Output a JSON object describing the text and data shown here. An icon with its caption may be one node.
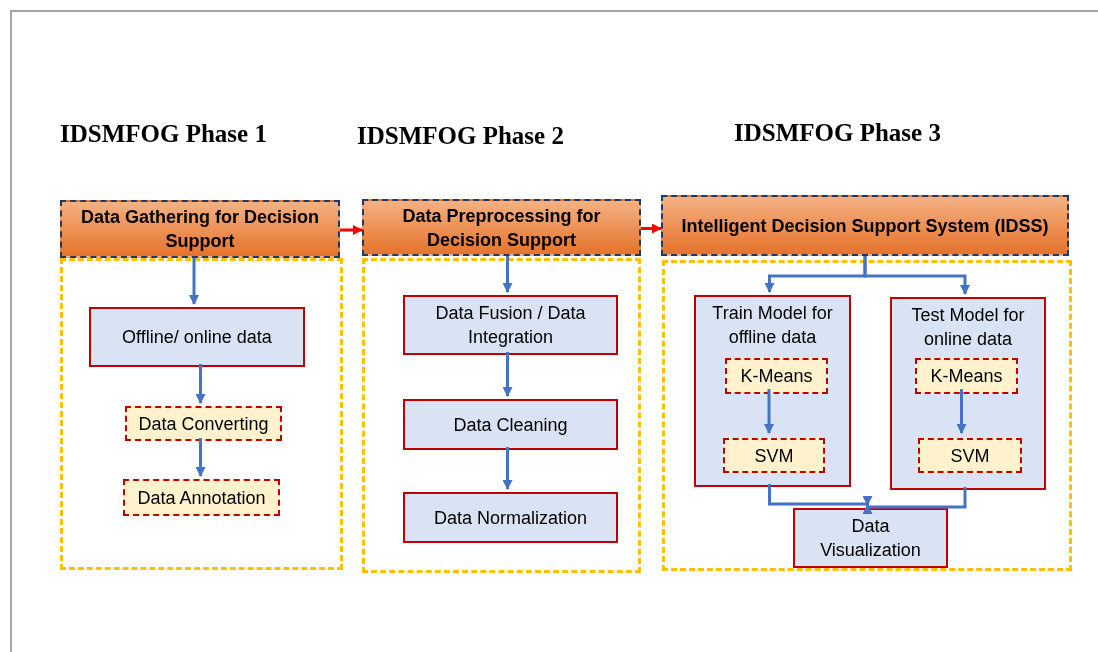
{
  "diagram": {
    "nodes": [
      {
        "text": [
          "Data Gathering for Decision Support"
        ]
      },
      {
        "text": [],
        "shape": "box"
      },
      {
        "text": [
          "Offline/ online data"
        ],
        "in": 1
      },
      {
        "text": [
          "Data Converting"
        ],
        "in": 1
      },
      {
        "text": [
          "Data Annotation"
        ],
        "in": 1
      },
      {
        "text": [
          "Data Preprocessing for Decision Support"
        ]
      },
      {
        "text": [],
        "shape": "box"
      },
      {
        "text": [
          "Data Fusion / Data Integration"
        ],
        "in": 6
      },
      {
        "text": [
          "Data Cleaning"
        ],
        "in": 6
      },
      {
        "text": [
          "Data Normalization"
        ],
        "in": 6
      },
      {
        "text": [
          "Intelligent Decision Support System (IDSS)"
        ]
      },
      {
        "text": [],
        "shape": "box"
      },
      {
        "text": [
          "Train Model for offline data"
        ],
        "in": 11
      },
      {
        "text": [
          "K-Means"
        ],
        "in": 12
      },
      {
        "text": [
          "SVM"
        ],
        "in": 12
      },
      {
        "text": [
          "Test Model for online data"
        ],
        "in": 11
      },
      {
        "text": [
          "K-Means"
        ],
        "in": 15
      },
      {
        "text": [
          "SVM"
        ],
        "in": 15
      },
      {
        "text": [
          "Data Visualization"
        ],
        "in": 11
      }
    ],
    "edges": [
      {
        "from": 0,
        "to": 5,
        "arrow": "to",
        "color": "#ff0000"
      },
      {
        "from": 5,
        "to": 10,
        "arrow": "to",
        "color": "#ff0000"
      },
      {
        "from": 0,
        "to": 2,
        "arrow": "to"
      },
      {
        "from": 2,
        "to": 3,
        "arrow": "to"
      },
      {
        "from": 3,
        "to": 4,
        "arrow": "to"
      },
      {
        "from": 5,
        "to": 7,
        "arrow": "to"
      },
      {
        "from": 7,
        "to": 8,
        "arrow": "to"
      },
      {
        "from": 8,
        "to": 9,
        "arrow": "to"
      },
      {
        "from": 10,
        "to": 12,
        "arrow": "to"
      },
      {
        "from": 10,
        "to": 15,
        "arrow": "to"
      },
      {
        "from": 13,
        "to": 14,
        "arrow": "to"
      },
      {
        "from": 16,
        "to": 17,
        "arrow": "to"
      },
      {
        "from": 12,
        "to": 18,
        "arrow": "to"
      },
      {
        "from": 15,
        "to": 18,
        "arrow": "to"
      }
    ],
    "labels": [
      "IDSMFOG Phase 1",
      "IDSMFOG Phase 2",
      "IDSMFOG Phase 3"
    ]
  }
}
